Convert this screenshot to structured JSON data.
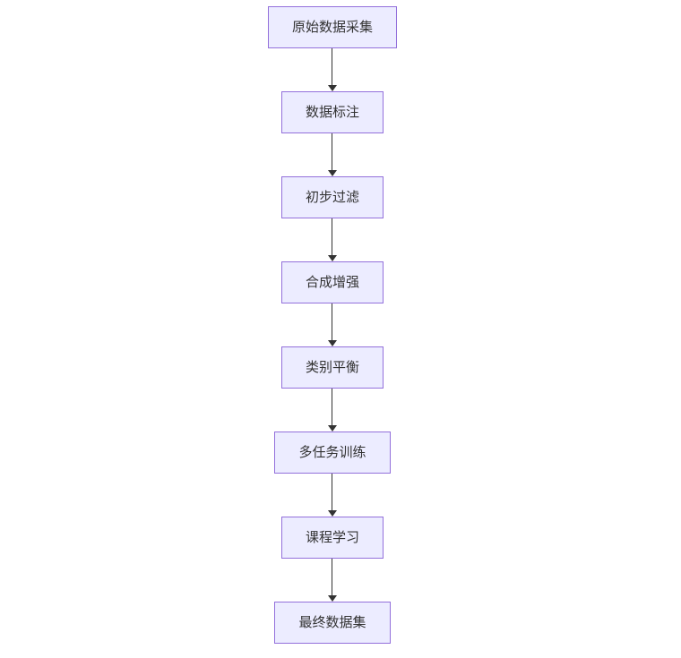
{
  "flowchart": {
    "type": "flowchart-vertical",
    "colors": {
      "node_fill": "#ECECFF",
      "node_border": "#9370DB",
      "node_text": "#333333",
      "arrow": "#333333",
      "background": "#FFFFFF"
    },
    "nodes": [
      {
        "id": "raw-data-collection",
        "label": "原始数据采集"
      },
      {
        "id": "data-annotation",
        "label": "数据标注"
      },
      {
        "id": "initial-filtering",
        "label": "初步过滤"
      },
      {
        "id": "synthetic-augmentation",
        "label": "合成增强"
      },
      {
        "id": "class-balancing",
        "label": "类别平衡"
      },
      {
        "id": "multi-task-training",
        "label": "多任务训练"
      },
      {
        "id": "curriculum-learning",
        "label": "课程学习"
      },
      {
        "id": "final-dataset",
        "label": "最终数据集"
      }
    ],
    "edges": [
      {
        "from": "raw-data-collection",
        "to": "data-annotation"
      },
      {
        "from": "data-annotation",
        "to": "initial-filtering"
      },
      {
        "from": "initial-filtering",
        "to": "synthetic-augmentation"
      },
      {
        "from": "synthetic-augmentation",
        "to": "class-balancing"
      },
      {
        "from": "class-balancing",
        "to": "multi-task-training"
      },
      {
        "from": "multi-task-training",
        "to": "curriculum-learning"
      },
      {
        "from": "curriculum-learning",
        "to": "final-dataset"
      }
    ]
  }
}
